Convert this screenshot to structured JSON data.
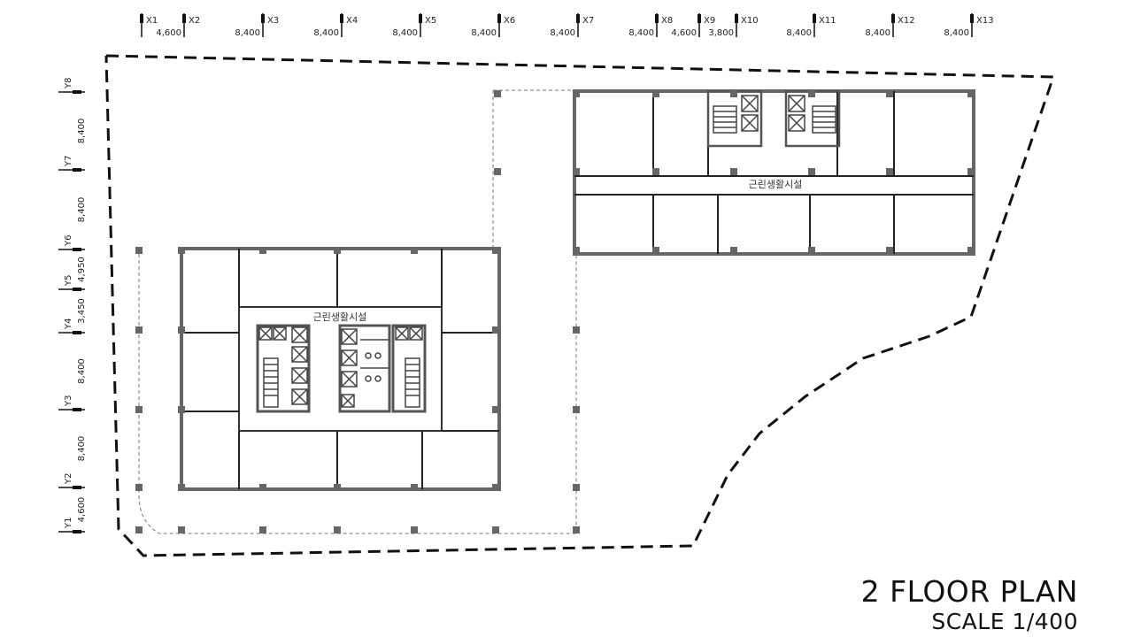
{
  "grid_x": [
    {
      "label": "X1"
    },
    {
      "label": "X2"
    },
    {
      "label": "X3"
    },
    {
      "label": "X4"
    },
    {
      "label": "X5"
    },
    {
      "label": "X6"
    },
    {
      "label": "X7"
    },
    {
      "label": "X8"
    },
    {
      "label": "X9"
    },
    {
      "label": "X10"
    },
    {
      "label": "X11"
    },
    {
      "label": "X12"
    },
    {
      "label": "X13"
    }
  ],
  "dims_x": [
    "4,600",
    "8,400",
    "8,400",
    "8,400",
    "8,400",
    "8,400",
    "8,400",
    "4,600",
    "3,800",
    "8,400",
    "8,400",
    "8,400"
  ],
  "grid_y": [
    {
      "label": "Y8"
    },
    {
      "label": "Y7"
    },
    {
      "label": "Y6"
    },
    {
      "label": "Y5"
    },
    {
      "label": "Y4"
    },
    {
      "label": "Y3"
    },
    {
      "label": "Y2"
    },
    {
      "label": "Y1"
    }
  ],
  "dims_y": [
    "8,400",
    "8,400",
    "4,950",
    "3,450",
    "8,400",
    "8,400",
    "4,600"
  ],
  "rooms": {
    "left_core_label": "근린생활시설",
    "right_wing_label": "근린생활시설"
  },
  "title": {
    "main": "2 FLOOR PLAN",
    "scale": "SCALE 1/400"
  }
}
